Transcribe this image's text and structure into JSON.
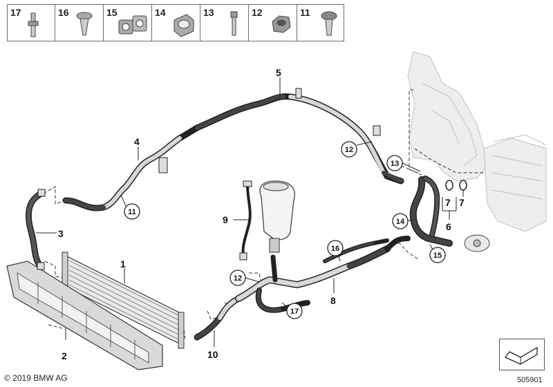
{
  "hardware": [
    {
      "num": "17",
      "icon": "stud-bolt-icon"
    },
    {
      "num": "16",
      "icon": "self-tapping-screw-icon"
    },
    {
      "num": "15",
      "icon": "double-grommet-icon"
    },
    {
      "num": "14",
      "icon": "rubber-mount-icon"
    },
    {
      "num": "13",
      "icon": "bolt-icon"
    },
    {
      "num": "12",
      "icon": "collar-nut-icon"
    },
    {
      "num": "11",
      "icon": "flange-screw-icon"
    }
  ],
  "callouts": {
    "c1": "1",
    "c2": "2",
    "c3": "3",
    "c4": "4",
    "c5": "5",
    "c6": "6",
    "c7a": "7",
    "c7b": "7",
    "c8": "8",
    "c9": "9",
    "c10": "10",
    "c11": "11",
    "c12a": "12",
    "c12b": "12",
    "c13": "13",
    "c14": "14",
    "c15": "15",
    "c16": "16",
    "c17": "17"
  },
  "footer": {
    "copyright": "© 2019 BMW AG",
    "diagram_id": "505901"
  },
  "colors": {
    "line": "#1f1f1f",
    "hose_dark": "#3c3c3c",
    "hose_light": "#d2d2d2",
    "ghost": "#cfcfcf"
  }
}
